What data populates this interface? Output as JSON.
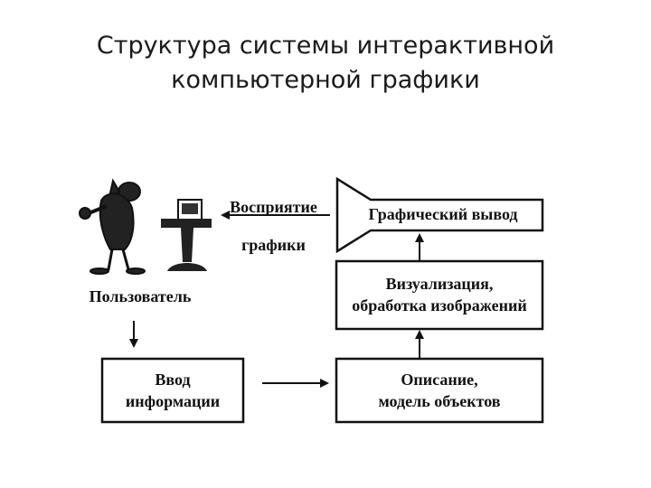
{
  "title": {
    "line1": "Структура системы интерактивной",
    "line2": "компьютерной графики"
  },
  "diagram": {
    "user_label": "Пользователь",
    "perception": {
      "line1": "Восприятие",
      "line2": "графики"
    },
    "graphic_output": "Графический вывод",
    "visualization": {
      "line1": "Визуализация,",
      "line2": "обработка изображений"
    },
    "description": {
      "line1": "Описание,",
      "line2": "модель объектов"
    },
    "input": {
      "line1": "Ввод",
      "line2": "информации"
    }
  }
}
